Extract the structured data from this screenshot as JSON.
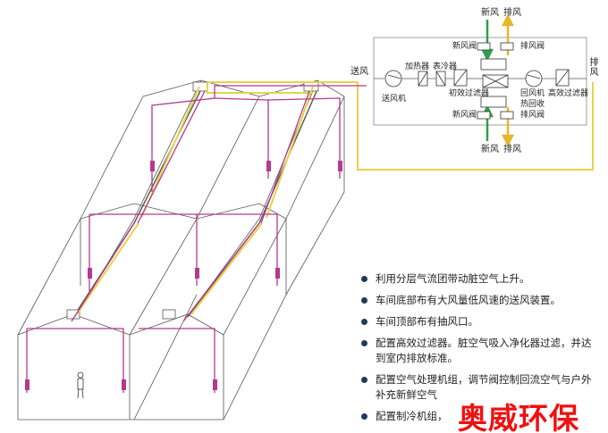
{
  "unit_labels": {
    "supply_air": "送风",
    "exhaust_right": "排风",
    "heater": "加热器",
    "cooler": "表冷器",
    "supply_fan": "送风机",
    "primary_filter": "初效过滤器",
    "return_fan": "回风机",
    "heat_recovery": "热回收",
    "hepa_filter": "高效过滤器",
    "top_fresh_air": "新风",
    "top_exhaust_air": "排风",
    "top_fresh_valve": "新风阀",
    "top_exhaust_valve": "排风阀",
    "bottom_fresh_valve": "新风阀",
    "bottom_exhaust_valve": "排风阀",
    "bottom_fresh_air": "新风",
    "bottom_exhaust_air": "排风"
  },
  "notes": [
    "利用分层气流团带动脏空气上升。",
    "车间底部布有大风量低风速的送风装置。",
    "车间顶部布有抽风口。",
    "配置高效过滤器。脏空气吸入净化器过滤，并达到室内排放标准。",
    "配置空气处理机组，调节阀控制回流空气与户外补充新鲜空气",
    "配置制冷机组，"
  ],
  "brand": "奥威环保",
  "colors": {
    "supply_line": "#e8d24a",
    "return_line": "#b33a8c",
    "fresh_arrow": "#2f9e4a",
    "exhaust_arrow": "#e6b62c",
    "structure": "#555555",
    "brand": "#ef1111"
  }
}
